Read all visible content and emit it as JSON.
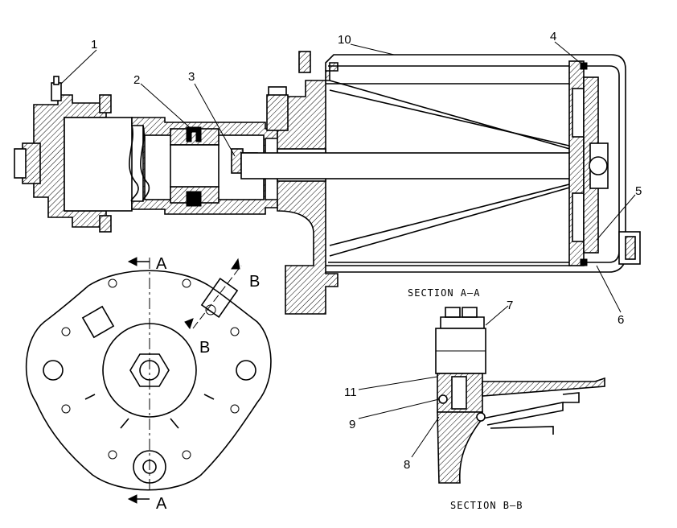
{
  "callouts": {
    "c1": "1",
    "c2": "2",
    "c3": "3",
    "c4": "4",
    "c5": "5",
    "c6": "6",
    "c7": "7",
    "c8": "8",
    "c9": "9",
    "c10": "10",
    "c11": "11"
  },
  "section_letters": {
    "a_top": "A",
    "a_bottom": "A",
    "b_right": "B",
    "b_left": "B"
  },
  "captions": {
    "section_aa": "SECTION A—A",
    "section_bb": "SECTION B—B"
  }
}
